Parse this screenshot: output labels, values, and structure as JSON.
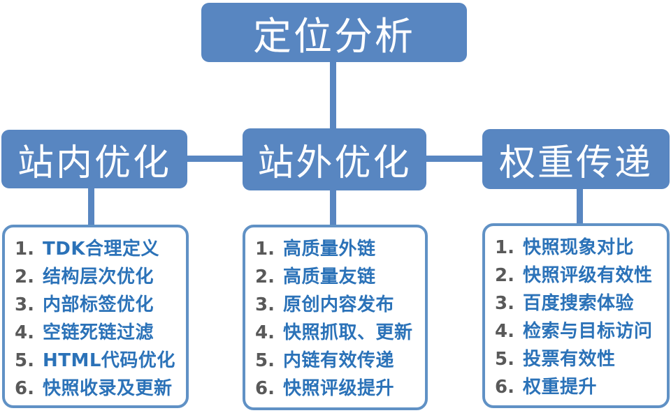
{
  "root": {
    "title": "定位分析"
  },
  "branches": [
    {
      "title": "站内优化",
      "items": [
        {
          "num": "1.",
          "label": "TDK合理定义"
        },
        {
          "num": "2.",
          "label": "结构层次优化"
        },
        {
          "num": "3.",
          "label": "内部标签优化"
        },
        {
          "num": "4.",
          "label": "空链死链过滤"
        },
        {
          "num": "5.",
          "label": "HTML代码优化"
        },
        {
          "num": "6.",
          "label": "快照收录及更新"
        }
      ]
    },
    {
      "title": "站外优化",
      "items": [
        {
          "num": "1.",
          "label": "高质量外链"
        },
        {
          "num": "2.",
          "label": "高质量友链"
        },
        {
          "num": "3.",
          "label": "原创内容发布"
        },
        {
          "num": "4.",
          "label": "快照抓取、更新"
        },
        {
          "num": "5.",
          "label": "内链有效传递"
        },
        {
          "num": "6.",
          "label": "快照评级提升"
        }
      ]
    },
    {
      "title": "权重传递",
      "items": [
        {
          "num": "1.",
          "label": "快照现象对比"
        },
        {
          "num": "2.",
          "label": "快照评级有效性"
        },
        {
          "num": "3.",
          "label": "百度搜索体验"
        },
        {
          "num": "4.",
          "label": "检索与目标访问"
        },
        {
          "num": "5.",
          "label": "投票有效性"
        },
        {
          "num": "6.",
          "label": "权重提升"
        }
      ]
    }
  ],
  "colors": {
    "node_fill": "#5886C1",
    "connector": "#5886C1",
    "list_border": "#6091C5",
    "item_text": "#2B72B8",
    "num_text": "#595959",
    "node_text": "#FFFFFF"
  }
}
